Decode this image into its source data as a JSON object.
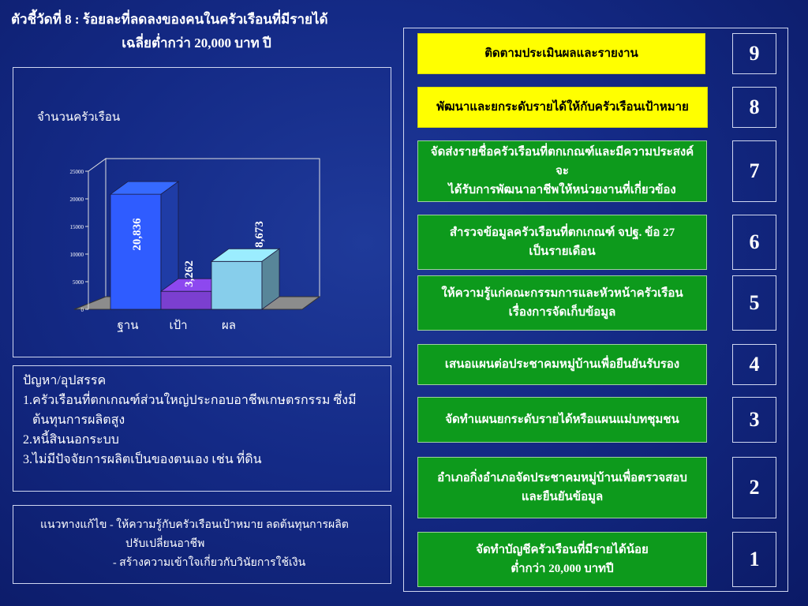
{
  "title": {
    "line1": "ตัวชี้วัดที่ 8 : ร้อยละที่ลดลงของคนในครัวเรือนที่มีรายได้",
    "line2": "เฉลี่ยต่ำกว่า 20,000 บาท ปี"
  },
  "chart_data": {
    "type": "bar",
    "ylabel": "จำนวนครัวเรือน",
    "categories": [
      "ฐาน",
      "เป้า",
      "ผล"
    ],
    "values": [
      20836,
      3262,
      8673
    ],
    "value_labels": [
      "20,836",
      "3,262",
      "8,673"
    ],
    "ylim": [
      0,
      25000
    ],
    "yticks": [
      "0",
      "5000",
      "10000",
      "15000",
      "20000",
      "25000"
    ],
    "colors": [
      "#2f5cff",
      "#7b3fd0",
      "#87ceeb"
    ]
  },
  "problems": {
    "heading": "ปัญหา/อุปสรรค",
    "items": [
      "1.ครัวเรือนที่ตกเกณฑ์ส่วนใหญ่ประกอบอาชีพเกษตรกรรม ซึ่งมี",
      "ต้นทุนการผลิตสูง",
      "2.หนี้สินนอกระบบ",
      "3.ไม่มีปัจจัยการผลิตเป็นของตนเอง เช่น ที่ดิน"
    ]
  },
  "solutions": {
    "line1": "แนวทางแก้ไข   - ให้ความรู้กับครัวเรือนเป้าหมาย ลดต้นทุนการผลิต",
    "line2": "ปรับเปลี่ยนอาชีพ",
    "line3": "-  สร้างความเข้าใจเกี่ยวกับวินัยการใช้เงิน"
  },
  "steps": [
    {
      "num": "9",
      "text": "ติดตามประเมินผลและรายงาน",
      "color": "yellow"
    },
    {
      "num": "8",
      "text": "พัฒนาและยกระดับรายได้ให้กับครัวเรือนเป้าหมาย",
      "color": "yellow"
    },
    {
      "num": "7",
      "line1": "จัดส่งรายชื่อครัวเรือนที่ตกเกณฑ์และมีความประสงค์จะ",
      "line2": "ได้รับการพัฒนาอาชีพให้หน่วยงานที่เกี่ยวข้อง",
      "color": "green"
    },
    {
      "num": "6",
      "line1": "สำรวจข้อมูลครัวเรือนที่ตกเกณฑ์ จปฐ. ข้อ 27",
      "line2": "เป็นรายเดือน",
      "color": "green"
    },
    {
      "num": "5",
      "line1": "ให้ความรู้แก่คณะกรรมการและหัวหน้าครัวเรือน",
      "line2": "เรื่องการจัดเก็บข้อมูล",
      "color": "green"
    },
    {
      "num": "4",
      "text": "เสนอแผนต่อประชาคมหมู่บ้านเพื่อยืนยันรับรอง",
      "color": "green"
    },
    {
      "num": "3",
      "text": "จัดทำแผนยกระดับรายได้หรือแผนแม่บทชุมชน",
      "color": "green"
    },
    {
      "num": "2",
      "line1": "อำเภอกิ่งอำเภอจัดประชาคมหมู่บ้านเพื่อตรวจสอบ",
      "line2": "และยืนยันข้อมูล",
      "color": "green"
    },
    {
      "num": "1",
      "line1": "จัดทำบัญชีครัวเรือนที่มีรายได้น้อย",
      "line2": "ต่ำกว่า 20,000 บาทปี",
      "color": "green"
    }
  ]
}
